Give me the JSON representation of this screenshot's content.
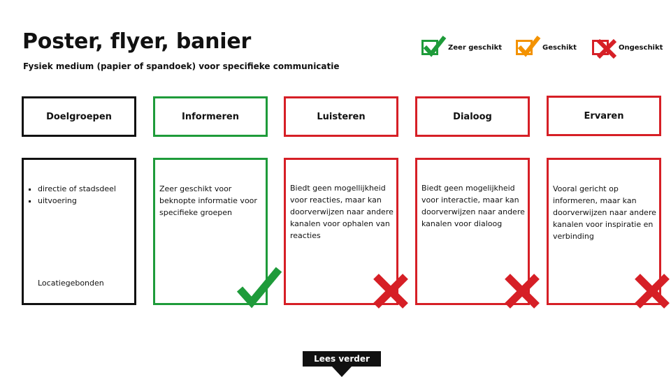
{
  "header": {
    "title": "Poster, flyer, banier",
    "subtitle": "Fysiek medium (papier of spandoek) voor specifieke communicatie"
  },
  "legend": {
    "items": [
      {
        "label": "Zeer geschikt",
        "icon": "check-icon",
        "color": "#1e9b3a"
      },
      {
        "label": "Geschikt",
        "icon": "check-icon",
        "color": "#f39200"
      },
      {
        "label": "Ongeschikt",
        "icon": "cross-icon",
        "color": "#d61f26"
      }
    ]
  },
  "columns": [
    {
      "header": "Doelgroepen",
      "bullets": [
        "directie of stadsdeel",
        "uitvoering"
      ],
      "footnote": "Locatiegebonden",
      "color": "#111111"
    },
    {
      "header": "Informeren",
      "text": "Zeer geschikt voor beknopte informatie voor specifieke groepen",
      "rating_icon": "check-icon",
      "color": "#1e9b3a"
    },
    {
      "header": "Luisteren",
      "text": "Biedt geen mogellijkheid voor reacties, maar kan doorverwijzen naar andere kanalen voor ophalen van reacties",
      "rating_icon": "cross-icon",
      "color": "#d61f26"
    },
    {
      "header": "Dialoog",
      "text": "Biedt geen mogelijkheid voor interactie, maar kan doorverwijzen naar andere kanalen voor dialoog",
      "rating_icon": "cross-icon",
      "color": "#d61f26"
    },
    {
      "header": "Ervaren",
      "text": "Vooral gericht op informeren, maar kan doorverwijzen naar andere kanalen voor inspiratie en verbinding",
      "rating_icon": "cross-icon",
      "color": "#d61f26"
    }
  ],
  "footer": {
    "read_more_label": "Lees verder"
  }
}
